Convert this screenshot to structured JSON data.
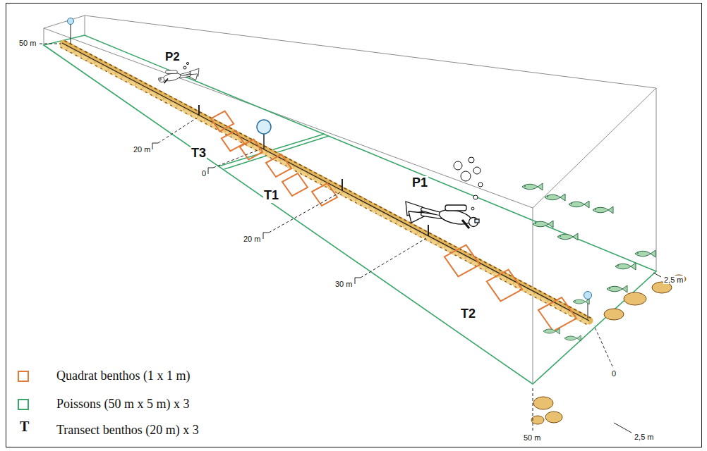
{
  "diagram": {
    "labels": [
      "50 m",
      "P2",
      "20 m",
      "T3",
      "0",
      "T1",
      "P1",
      "20 m",
      "30 m",
      "T2",
      "0",
      "50 m",
      "2,5 m",
      "2,5 m",
      "T"
    ],
    "legend": [
      {
        "text": "Quadrat benthos (1 x 1 m)",
        "color": "#e07b39"
      },
      {
        "text": "Poissons (50 m x 5 m) x 3",
        "color": "#3aa66a"
      },
      {
        "text": "Transect benthos (20 m) x 3"
      }
    ]
  }
}
